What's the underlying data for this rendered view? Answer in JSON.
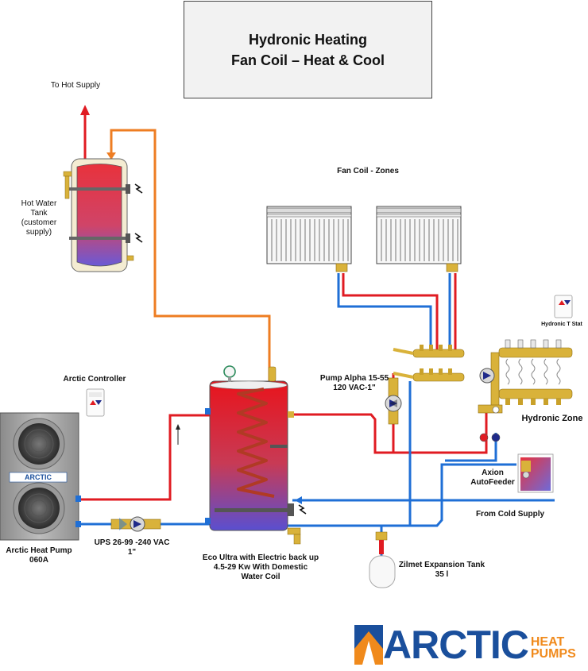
{
  "title": {
    "line1": "Hydronic Heating",
    "line2": "Fan Coil – Heat & Cool"
  },
  "labels": {
    "to_hot_supply": "To Hot Supply",
    "hot_water_tank": [
      "Hot Water",
      "Tank",
      "(customer",
      "supply)"
    ],
    "fan_coil_zones": "Fan Coil - Zones",
    "arctic_controller": "Arctic Controller",
    "pump_alpha": [
      "Pump Alpha 15-55",
      "120 VAC-1\""
    ],
    "hydronic_t_stat": "Hydronic T Stat",
    "hydronic_zone": "Hydronic Zone",
    "axion_autofeeder": [
      "Axion",
      "AutoFeeder"
    ],
    "from_cold_supply": "From Cold Supply",
    "arctic_heat_pump": [
      "Arctic Heat Pump",
      "060A"
    ],
    "ups_pump": [
      "UPS 26-99 -240 VAC",
      "1\""
    ],
    "eco_ultra": [
      "Eco Ultra with Electric back up",
      "4.5-29 Kw With Domestic",
      "Water Coil"
    ],
    "zilmet_tank": [
      "Zilmet Expansion Tank",
      "35 l"
    ],
    "heat_pump_badge": "ARCTIC"
  },
  "logo": {
    "word": "ARCTIC",
    "sub1": "HEAT",
    "sub2": "PUMPS"
  },
  "colors": {
    "hot": "#e01b22",
    "cold": "#1f6fd6",
    "dhw": "#ee7d22",
    "brass": "#d9b23a",
    "logo_blue": "#1a4f9c",
    "logo_orange": "#f08a1c"
  }
}
